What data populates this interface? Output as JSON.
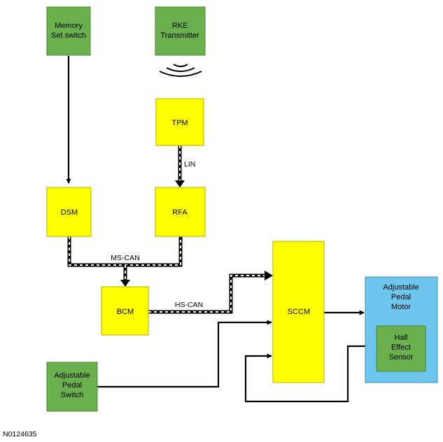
{
  "colors": {
    "input_green": "#6ab04c",
    "module_yellow": "#ffff00",
    "motor_blue": "#6ec6ef",
    "line": "#000000"
  },
  "boxes": {
    "memory_set_switch": {
      "line1": "Memory",
      "line2": "Set switch"
    },
    "rke_transmitter": {
      "line1": "RKE",
      "line2": "Transmitter"
    },
    "tpm": {
      "label": "TPM"
    },
    "dsm": {
      "label": "DSM"
    },
    "rfa": {
      "label": "RFA"
    },
    "bcm": {
      "label": "BCM"
    },
    "sccm": {
      "label": "SCCM"
    },
    "adjustable_pedal_motor": {
      "line1": "Adjustable",
      "line2": "Pedal",
      "line3": "Motor"
    },
    "hall_effect_sensor": {
      "line1": "Hall",
      "line2": "Effect",
      "line3": "Sensor"
    },
    "adjustable_pedal_switch": {
      "line1": "Adjustable",
      "line2": "Pedal",
      "line3": "Switch"
    }
  },
  "buses": {
    "lin": "LIN",
    "ms_can": "MS-CAN",
    "hs_can": "HS-CAN"
  },
  "figure_id": "N0124635"
}
